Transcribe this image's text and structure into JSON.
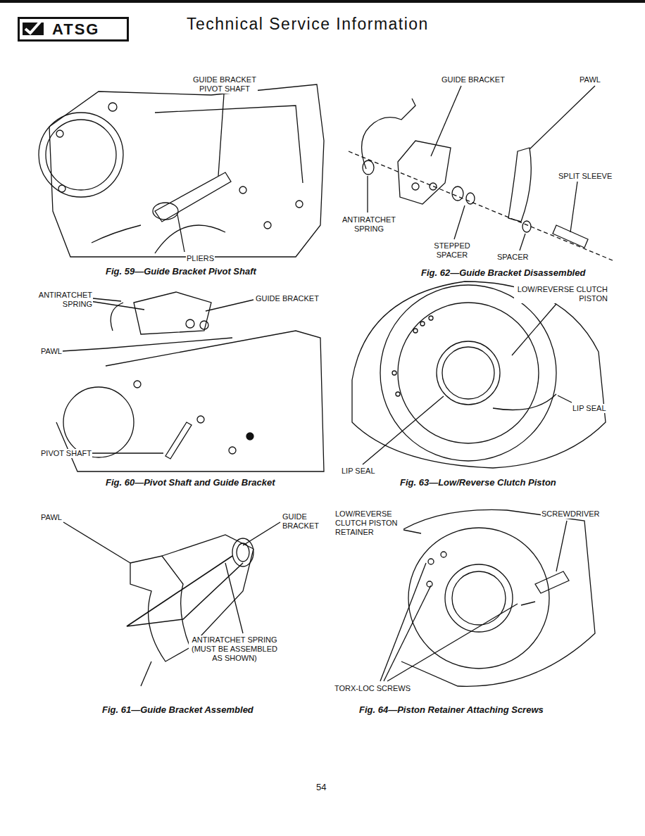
{
  "diagram": {
    "title": "Technical Service Information",
    "nodes": [
      {
        "text": [
          "ATSG"
        ]
      }
    ],
    "labels": [
      "GUIDE BRACKET PIVOT SHAFT",
      "PLIERS",
      "Fig. 59—Guide Bracket Pivot Shaft",
      "GUIDE BRACKET",
      "PAWL",
      "SPLIT SLEEVE",
      "ANTIRATCHET SPRING",
      "STEPPED SPACER",
      "SPACER",
      "Fig. 62—Guide Bracket Disassembled",
      "ANTIRATCHET SPRING",
      "GUIDE BRACKET",
      "PAWL",
      "PIVOT SHAFT",
      "Fig. 60—Pivot Shaft and Guide Bracket",
      "LOW/REVERSE CLUTCH PISTON",
      "LIP SEAL",
      "LIP SEAL",
      "Fig. 63—Low/Reverse Clutch Piston",
      "PAWL",
      "GUIDE BRACKET",
      "ANTIRATCHET SPRING (MUST BE ASSEMBLED AS SHOWN)",
      "Fig. 61—Guide Bracket Assembled",
      "LOW/REVERSE CLUTCH PISTON RETAINER",
      "SCREWDRIVER",
      "TORX-LOC SCREWS",
      "Fig. 64—Piston Retainer Attaching Screws",
      "54"
    ]
  }
}
